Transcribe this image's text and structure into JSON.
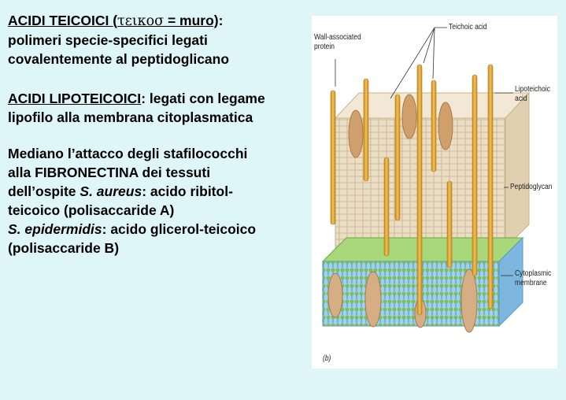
{
  "slide": {
    "p1": {
      "title": "ACIDI TEICOICI",
      "open": " (",
      "greek": "τεικοσ",
      "eq": " = muro)",
      "colon": ":",
      "line2": "polimeri specie-specifici legati",
      "line3": "covalentemente al peptidoglicano"
    },
    "p2": {
      "title": "ACIDI LIPOTEICOICI",
      "rest": ": legati con legame",
      "line2": "lipofilo alla membrana citoplasmatica"
    },
    "p3": {
      "l1": "Mediano l’attacco degli stafilococchi",
      "l2a": "alla ",
      "l2b": "FIBRONECTINA",
      "l2c": " dei tessuti",
      "l3a": "dell’ospite ",
      "l3b": "S. aureus",
      "l3c": ": acido ribitol-",
      "l4": "teicoico (polisaccaride A)",
      "l5a": "S. epidermidis",
      "l5b": ": acido glicerol-teicoico",
      "l6": "(polisaccaride B)"
    }
  },
  "figure": {
    "label_wall_1": "Wall-associated",
    "label_wall_2": "protein",
    "label_teichoic": "Teichoic acid",
    "label_lipo_1": "Lipoteichoic",
    "label_lipo_2": "acid",
    "label_peptido": "Peptidoglycan",
    "label_cyto_1": "Cytoplasmic",
    "label_cyto_2": "membrane",
    "label_panel": "(b)",
    "colors": {
      "peptidoglycan": "#e9dcc4",
      "teichoic": "#e2ae36",
      "protein": "#d2a878",
      "membrane_green": "#7ec24c",
      "membrane_blue": "#8ec6ea"
    }
  }
}
